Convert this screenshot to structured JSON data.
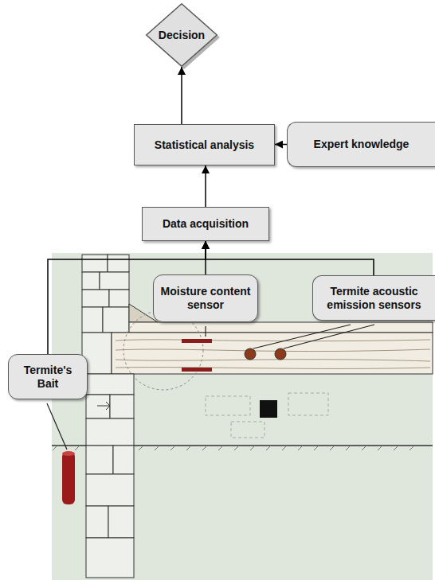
{
  "diagram": {
    "nodes": [
      {
        "text": [
          "Decision"
        ]
      },
      {
        "text": [
          "Statistical analysis"
        ]
      },
      {
        "text": [
          "Expert knowledge"
        ]
      },
      {
        "text": [
          "Data acquisition"
        ]
      },
      {
        "text": [
          "Moisture content sensor"
        ]
      },
      {
        "text": [
          "Termite acoustic emission sensors"
        ]
      },
      {
        "text": [
          "Termite's Bait"
        ]
      }
    ],
    "edges": [
      {
        "from": 1,
        "to": 0,
        "arrow": "to"
      },
      {
        "from": 2,
        "to": 1,
        "arrow": "to"
      },
      {
        "from": 3,
        "to": 1,
        "arrow": "to"
      },
      {
        "from": 4,
        "to": 3,
        "arrow": "to"
      },
      {
        "from": 5,
        "to": 3,
        "arrow": "to"
      },
      {
        "from": 6,
        "to": 3,
        "arrow": "to"
      }
    ]
  }
}
